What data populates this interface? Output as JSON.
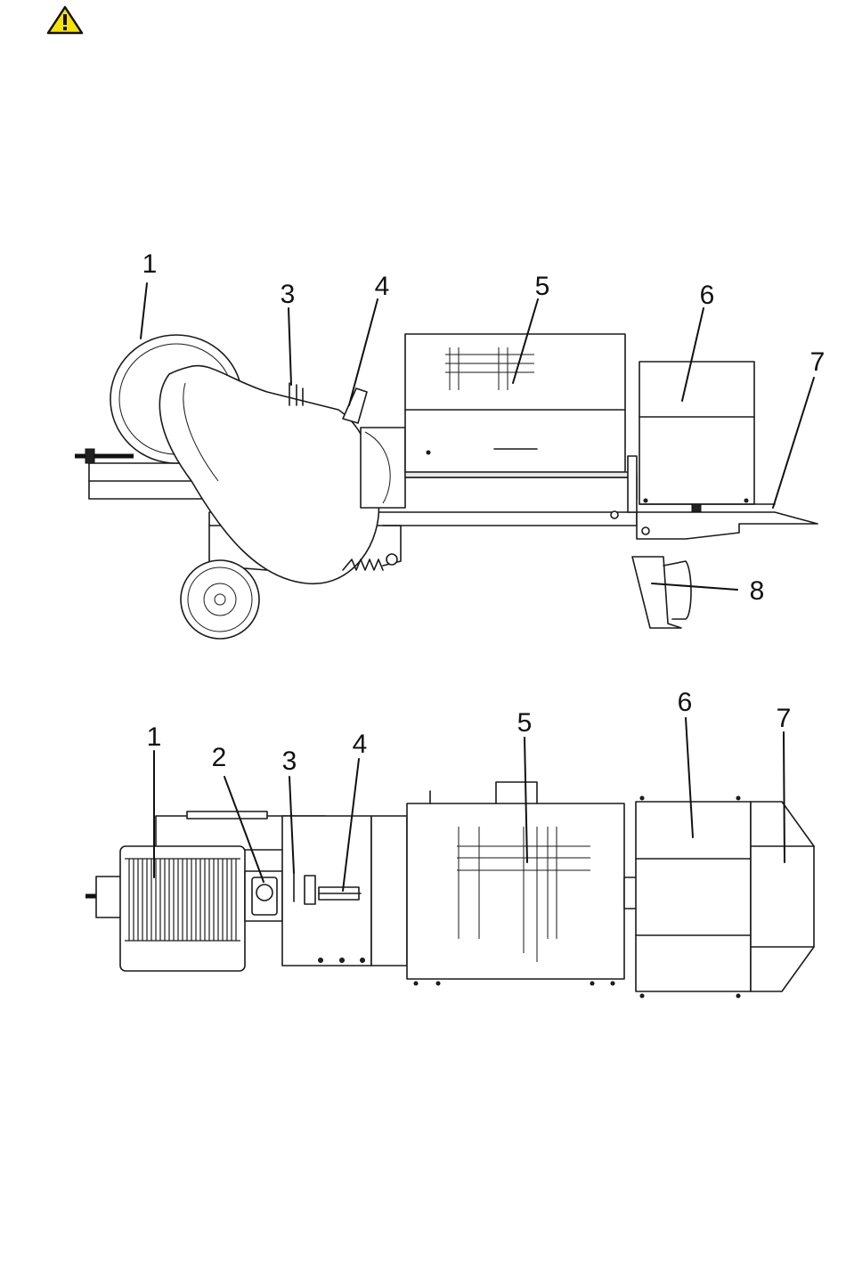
{
  "warning": {
    "icon": "warning-triangle-icon",
    "color": "#f5e400"
  },
  "side_view": {
    "labels": [
      "1",
      "3",
      "4",
      "5",
      "6",
      "7",
      "8"
    ]
  },
  "top_view": {
    "labels": [
      "1",
      "2",
      "3",
      "4",
      "5",
      "6",
      "7"
    ]
  }
}
